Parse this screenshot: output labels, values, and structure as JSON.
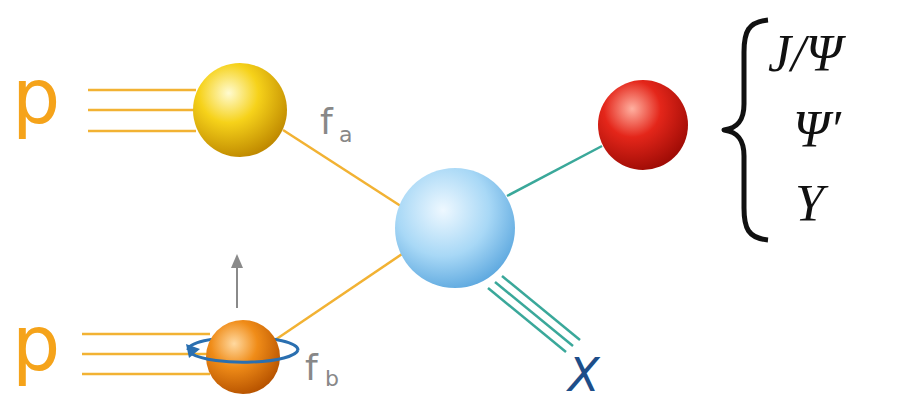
{
  "diagram": {
    "labels": [
      "p",
      "p",
      "f",
      "a",
      "f",
      "b",
      "J/Ψ",
      "Ψ′",
      "Υ",
      "X"
    ]
  }
}
